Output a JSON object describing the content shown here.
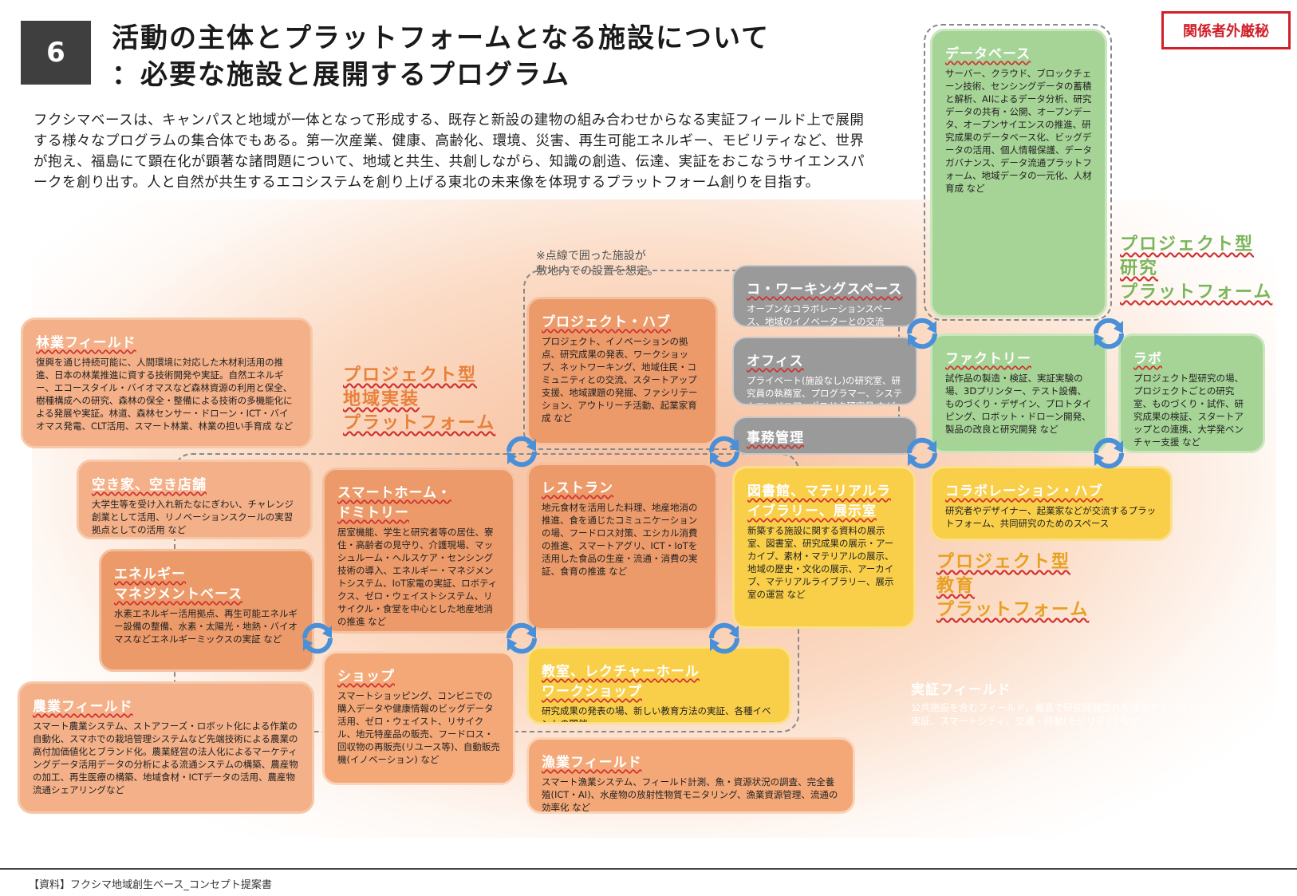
{
  "header": {
    "number": "6",
    "title_line1": "活動の主体とプラットフォームとなる施設について",
    "title_line2": "：必要な施設と展開するプログラム",
    "confidential": "関係者外厳秘"
  },
  "intro": "フクシマベースは、キャンパスと地域が一体となって形成する、既存と新設の建物の組み合わせからなる実証フィールド上で展開する様々なプログラムの集合体でもある。第一次産業、健康、高齢化、環境、災害、再生可能エネルギー、モビリティなど、世界が抱え、福島にて顕在化が顕著な諸問題について、地域と共生、共創しながら、知識の創造、伝達、実証をおこなうサイエンスパークを創り出す。人と自然が共生するエコシステムを創り上げる東北の未来像を体現するプラットフォーム創りを目指す。",
  "note": "※点線で囲った施設が\n敷地内での設置を想定。",
  "platforms": {
    "regional": [
      "プロジェクト型",
      "地域実装",
      "プラットフォーム"
    ],
    "research": [
      "プロジェクト型",
      "研究",
      "プラットフォーム"
    ],
    "education": [
      "プロジェクト型",
      "教育",
      "プラットフォーム"
    ]
  },
  "boxes": {
    "rinsho": {
      "title": "林業フィールド",
      "body": "復興を通じ持続可能に、人間環境に対応した木材利活用の推進、日本の林業推進に資する技術開発や実証。自然エネルギー、エコースタイル・バイオマスなど森林資源の利用と保全、樹種構成への研究、森林の保全・整備による技術の多機能化による発展や実証。林道、森林センサー・ドローン・ICT・バイオマス発電、CLT活用、スマート林業、林業の担い手育成 など"
    },
    "akiya": {
      "title": "空き家、空き店舗",
      "body": "大学生等を受け入れ新たなにぎわい、チャレンジ創業として活用、リノベーションスクールの実習拠点としての活用 など"
    },
    "energy": {
      "title": "エネルギー\nマネジメントベース",
      "body": "水素エネルギー活用拠点、再生可能エネルギー設備の整備、水素・太陽光・地熱・バイオマスなどエネルギーミックスの実証 など"
    },
    "nogyo": {
      "title": "農業フィールド",
      "body": "スマート農業システム、ストアフーズ・ロボット化による作業の自動化、スマホでの栽培管理システムなど先端技術による農業の高付加価値化とブランド化。農業経営の法人化によるマーケティングデータ活用データの分析による流通システムの構築、農産物の加工、再生医療の構築、地域食材・ICTデータの活用、農産物流通シェアリングなど"
    },
    "smarthome": {
      "title": "スマートホーム・\nドミトリー",
      "body": "居室機能、学生と研究者等の居住、寮住・高齢者の見守り、介護現場、マッシュルーム・ヘルスケア・センシング技術の導入、エネルギー・マネジメントシステム、IoT家電の実証、ロボティクス、ゼロ・ウェイストシステム、リサイクル・食堂を中心とした地産地消の推進 など"
    },
    "shop": {
      "title": "ショップ",
      "body": "スマートショッピング、コンビニでの購入データや健康情報のビッグデータ活用、ゼロ・ウェイスト、リサイクル、地元特産品の販売、フードロス・回収物の再販売(リユース等)、自動販売機(イノベーション) など"
    },
    "projecthub": {
      "title": "プロジェクト・ハブ",
      "body": "プロジェクト、イノベーションの拠点、研究成果の発表、ワークショップ、ネットワーキング、地域住民・コミュニティとの交流、スタートアップ支援、地域課題の発掘、ファシリテーション、アウトリーチ活動、起業家育成 など"
    },
    "restaurant": {
      "title": "レストラン",
      "body": "地元食材を活用した料理、地産地消の推進、食を通じたコミュニケーションの場、フードロス対策、エシカル消費の推進、スマートアグリ、ICT・IoTを活用した食品の生産・流通・消費の実証、食育の推進 など"
    },
    "kyoshitsu": {
      "title": "教室、レクチャーホール\nワークショップ",
      "body": "研究成果の発表の場、新しい教育方法の実証、各種イベントの開催"
    },
    "gyogyo": {
      "title": "漁業フィールド",
      "body": "スマート漁業システム、フィールド計測、魚・資源状況の調査、完全養殖(ICT・AI)、水産物の放射性物質モニタリング、漁業資源管理、流通の効率化 など"
    },
    "coworking": {
      "title": "コ・ワーキングスペース",
      "body": "オープンなコラボレーションスペース、地域のイノベーターとの交流"
    },
    "office": {
      "title": "オフィス",
      "body": "プライベート(施設なし)の研究室、研究員の執務室、プログラマー、システムエンジニア、ポスドク研究員 など"
    },
    "jimu": {
      "title": "事務管理",
      "body": ""
    },
    "library": {
      "title": "図書館、マテリアルライブラリー、展示室",
      "body": "新築する施設に関する資料の展示室、図書室、研究成果の展示・アーカイブ、素材・マテリアルの展示、地域の歴史・文化の展示、アーカイブ、マテリアルライブラリー、展示室の運営 など"
    },
    "database": {
      "title": "データベース",
      "body": "サーバー、クラウド、ブロックチェーン技術、センシングデータの蓄積と解析、AIによるデータ分析、研究データの共有・公開、オープンデータ、オープンサイエンスの推進、研究成果のデータベース化、ビッグデータの活用、個人情報保護、データガバナンス、データ流通プラットフォーム、地域データの一元化、人材育成 など"
    },
    "factory": {
      "title": "ファクトリー",
      "body": "試作品の製造・検証、実証実験の場、3Dプリンター、テスト設備、ものづくり・デザイン、プロトタイピング、ロボット・ドローン開発、製品の改良と研究開発 など"
    },
    "lab": {
      "title": "ラボ",
      "body": "プロジェクト型研究の場、プロジェクトごとの研究室、ものづくり・試作、研究成果の検証、スタートアップとの連携、大学発ベンチャー支援 など"
    },
    "collab": {
      "title": "コラボレーション・ハブ",
      "body": "研究者やデザイナー、起業家などが交流するプラットフォーム、共同研究のためのスペース"
    },
    "jissho": {
      "title": "実証フィールド",
      "body": "公共施設を含むフィールド、福島で研究開発された技術やインフラの実証、スマートシティ、交通・移動(モビリティ) など"
    }
  },
  "footer": "【資料】フクシマ地域創生ベース_コンセプト提案書"
}
